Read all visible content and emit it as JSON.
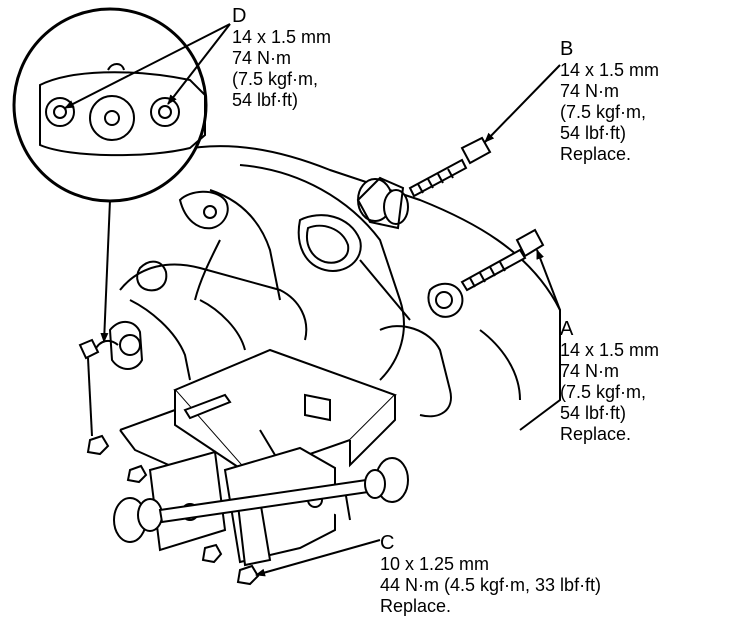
{
  "callouts": {
    "D": {
      "letter": "D",
      "lines": [
        "14 x 1.5 mm",
        "74 N·m",
        "(7.5 kgf·m,",
        "54 lbf·ft)"
      ]
    },
    "B": {
      "letter": "B",
      "lines": [
        "14 x 1.5 mm",
        "74 N·m",
        "(7.5 kgf·m,",
        "54 lbf·ft)",
        "Replace."
      ]
    },
    "A": {
      "letter": "A",
      "lines": [
        "14 x 1.5 mm",
        "74 N·m",
        "(7.5 kgf·m,",
        "54 lbf·ft)",
        "Replace."
      ]
    },
    "C": {
      "letter": "C",
      "lines": [
        "10 x 1.25 mm",
        "44 N·m (4.5 kgf·m, 33 lbf·ft)",
        "Replace."
      ]
    }
  },
  "colors": {
    "ink": "#000000",
    "paper": "#ffffff"
  }
}
